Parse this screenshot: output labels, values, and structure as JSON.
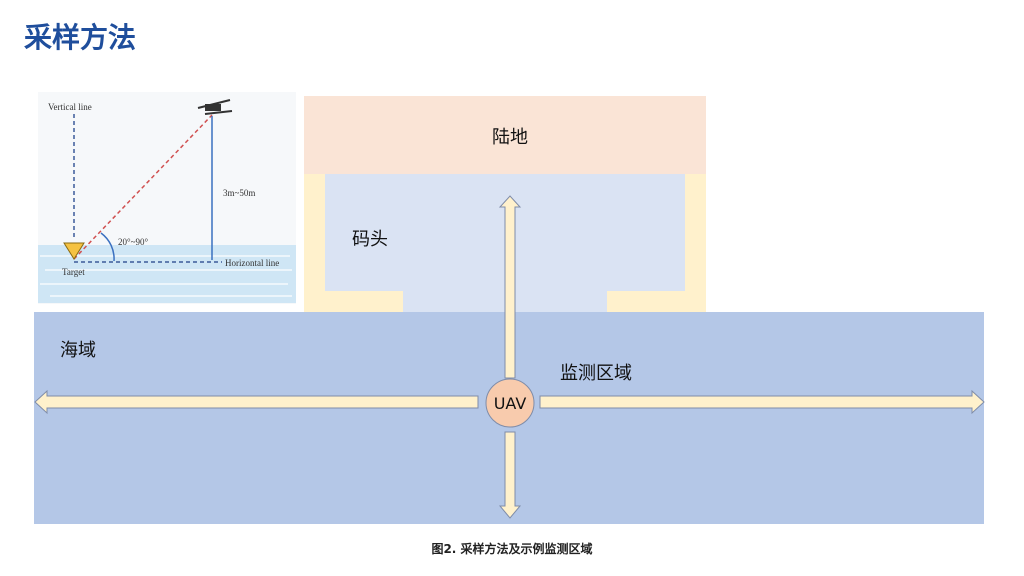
{
  "title": "采样方法",
  "inset": {
    "vertical_line": "Vertical line",
    "height_range": "3m~50m",
    "angle_range": "20°~90°",
    "target": "Target",
    "horizontal_line": "Horizontal line"
  },
  "map": {
    "land": "陆地",
    "pier": "码头",
    "sea": "海域",
    "monitoring_area": "监测区域",
    "uav": "UAV"
  },
  "caption": "图2. 采样方法及示例监测区域",
  "colors": {
    "land": "#fae4d6",
    "pier": "#fff1cc",
    "inner": "#dae3f3",
    "sea": "#b4c7e7",
    "uav": "#f8cbad",
    "arrow": "#fff1cc"
  }
}
